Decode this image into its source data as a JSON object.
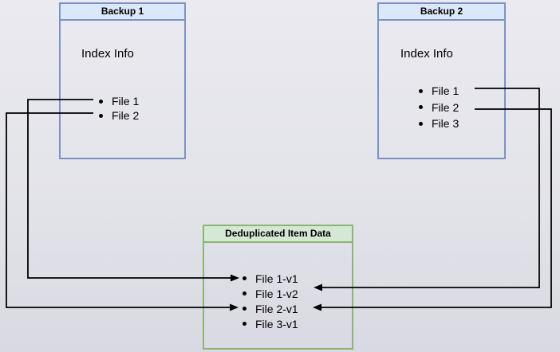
{
  "colors": {
    "background_top": "#eaeaf0",
    "background_mid": "#e3e3ea",
    "background_bottom": "#d9d9e3",
    "blue_box_fill": "#dbe8fb",
    "blue_box_border": "#7b93c4",
    "green_box_fill": "#d5e8d4",
    "green_box_border": "#8ab572",
    "arrow": "#000000",
    "text": "#000000"
  },
  "backup1": {
    "title": "Backup 1",
    "subtitle": "Index Info",
    "items": [
      "File 1",
      "File 2"
    ]
  },
  "backup2": {
    "title": "Backup 2",
    "subtitle": "Index Info",
    "items": [
      "File 1",
      "File 2",
      "File 3"
    ]
  },
  "dedup": {
    "title": "Deduplicated Item Data",
    "items": [
      "File 1-v1",
      "File 1-v2",
      "File 2-v1",
      "File 3-v1"
    ]
  },
  "edges": [
    {
      "from": "backup1-file-1",
      "to": "dedup-file-1-v1"
    },
    {
      "from": "backup1-file-2",
      "to": "dedup-file-2-v1"
    },
    {
      "from": "backup2-file-1",
      "to": "dedup-file-1-v2"
    },
    {
      "from": "backup2-file-2",
      "to": "dedup-file-2-v1"
    }
  ]
}
